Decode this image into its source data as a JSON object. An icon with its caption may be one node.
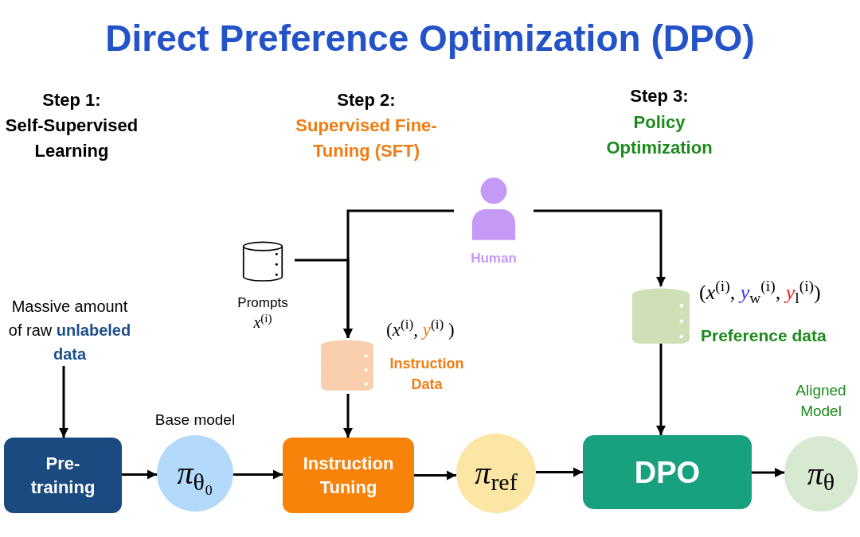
{
  "diagram": {
    "title": "Direct Preference Optimization (DPO)",
    "nodes": [
      {
        "text": [
          "Massive amount of raw **unlabeled data**"
        ]
      },
      {
        "text": [
          "Prompts",
          "*x*$^{(i)}$"
        ]
      },
      {
        "text": [
          "Human"
        ]
      },
      {
        "text": [
          "(*x*$^{(i)}$, *y*$^{(i)}$ )",
          "Instruction Data"
        ]
      },
      {
        "text": [
          "(*x*$^{(i)}$, *y*$_{w}$$^{(i)}$, *y*$_{l}$$^{(i)}$)",
          "Preference data"
        ]
      },
      {
        "text": [
          "Pre-training"
        ]
      },
      {
        "text": [
          "*π*$_{θ₀}$"
        ],
        "beside": [
          "Base model"
        ]
      },
      {
        "text": [
          "Instruction Tuning"
        ]
      },
      {
        "text": [
          "*π*$_{ref}$"
        ]
      },
      {
        "text": [
          "DPO"
        ]
      },
      {
        "text": [
          "*π*$_{θ}$"
        ],
        "beside": [
          "Aligned Model"
        ]
      }
    ],
    "edges": [
      {
        "from": 0,
        "to": 5,
        "arrow": "to"
      },
      {
        "from": 1,
        "to": 3,
        "arrow": "to"
      },
      {
        "from": 2,
        "to": 3,
        "arrow": "to"
      },
      {
        "from": 2,
        "to": 4,
        "arrow": "to"
      },
      {
        "from": 3,
        "to": 7,
        "arrow": "to"
      },
      {
        "from": 4,
        "to": 9,
        "arrow": "to"
      },
      {
        "from": 5,
        "to": 6,
        "arrow": "to"
      },
      {
        "from": 6,
        "to": 7,
        "arrow": "to"
      },
      {
        "from": 7,
        "to": 8,
        "arrow": "to"
      },
      {
        "from": 8,
        "to": 9,
        "arrow": "to"
      },
      {
        "from": 9,
        "to": 10,
        "arrow": "to"
      }
    ],
    "labels": [
      "Step 1:",
      "Self-Supervised Learning",
      "Step 2:",
      "Supervised Fine-Tuning (SFT)",
      "Step 3:",
      "Policy Optimization"
    ]
  }
}
